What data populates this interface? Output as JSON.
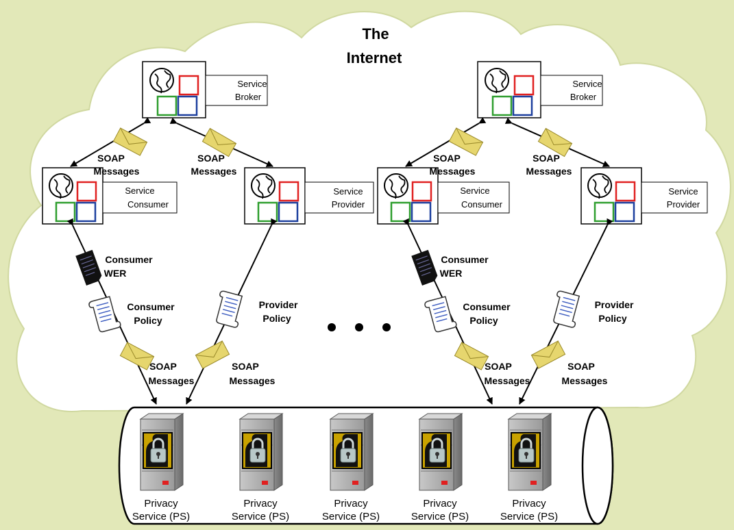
{
  "title_line1": "The",
  "title_line2": "Internet",
  "components": {
    "broker_line1": "Service",
    "broker_line2": "Broker",
    "consumer_line1": "Service",
    "consumer_line2": "Consumer",
    "provider_line1": "Service",
    "provider_line2": "Provider"
  },
  "messages": {
    "soap_line1": "SOAP",
    "soap_line2": "Messages"
  },
  "consumer_wer": {
    "line1": "Consumer",
    "line2": "WER"
  },
  "consumer_policy": {
    "line1": "Consumer",
    "line2": "Policy"
  },
  "provider_policy": {
    "line1": "Provider",
    "line2": "Policy"
  },
  "privacy_service": {
    "line1": "Privacy",
    "line2": "Service (PS)"
  },
  "colors": {
    "background": "#e2e8b8",
    "cloud": "#ffffff",
    "envelope": "#e6d66e",
    "red_square": "#e02020",
    "green_square": "#2e9e2e",
    "blue_square": "#1c3f9e",
    "server_gray": "#a8a8a8",
    "lock_panel": "#c9a200"
  },
  "icons": [
    "globe-icon",
    "envelope-icon",
    "wer-document-icon",
    "policy-scroll-icon",
    "server-icon",
    "lock-icon"
  ]
}
